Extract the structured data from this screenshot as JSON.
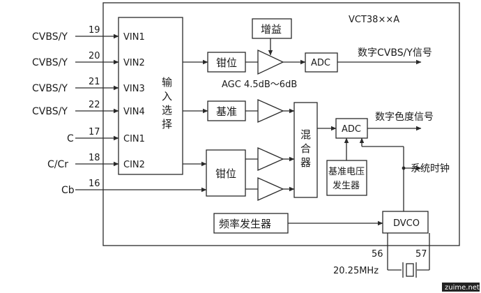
{
  "chip": {
    "name": "VCT38××A"
  },
  "inputs": [
    {
      "signal": "CVBS/Y",
      "pin": "19",
      "port": "VIN1"
    },
    {
      "signal": "CVBS/Y",
      "pin": "20",
      "port": "VIN2"
    },
    {
      "signal": "CVBS/Y",
      "pin": "21",
      "port": "VIN3"
    },
    {
      "signal": "CVBS/Y",
      "pin": "22",
      "port": "VIN4"
    },
    {
      "signal": "C",
      "pin": "17",
      "port": "CIN1"
    },
    {
      "signal": "C/Cr",
      "pin": "18",
      "port": "CIN2"
    }
  ],
  "cb_input": {
    "signal": "Cb",
    "pin": "16"
  },
  "selector_label": [
    "输",
    "入",
    "选",
    "择"
  ],
  "blocks": {
    "clamp1": "钳位",
    "gain": "增益",
    "adc1": "ADC",
    "reference": "基准",
    "clamp2": "钳位",
    "mixer": [
      "混",
      "合",
      "器"
    ],
    "adc2": "ADC",
    "ref_gen_line1": "基准电压",
    "ref_gen_line2": "发生器",
    "freq_gen": "频率发生器",
    "dvco": "DVCO"
  },
  "agc_label": "AGC 4.5dB～6dB",
  "outputs": {
    "digital_cvbs": "数字CVBS/Y信号",
    "digital_chroma": "数字色度信号",
    "system_clock": "系统时钟"
  },
  "crystal": {
    "pin_left": "56",
    "pin_right": "57",
    "freq": "20.25MHz"
  },
  "watermark": "zuime.net"
}
